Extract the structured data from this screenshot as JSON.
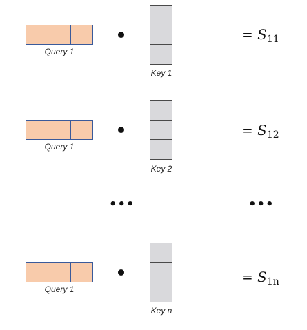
{
  "rows": [
    {
      "query_label": "Query 1",
      "key_label": "Key 1",
      "result_prefix": "= ",
      "result_symbol": "S",
      "result_subscript": "11"
    },
    {
      "query_label": "Query 1",
      "key_label": "Key 2",
      "result_prefix": "= ",
      "result_symbol": "S",
      "result_subscript": "12"
    },
    {
      "query_label": "Query 1",
      "key_label": "Key n",
      "result_prefix": "= ",
      "result_symbol": "S",
      "result_subscript": "1n"
    }
  ],
  "ellipsis": "•••",
  "colors": {
    "query_fill": "#f8cbab",
    "query_border": "#3a5a9a",
    "key_fill": "#d9d9dc",
    "key_border": "#4a4a4a"
  }
}
